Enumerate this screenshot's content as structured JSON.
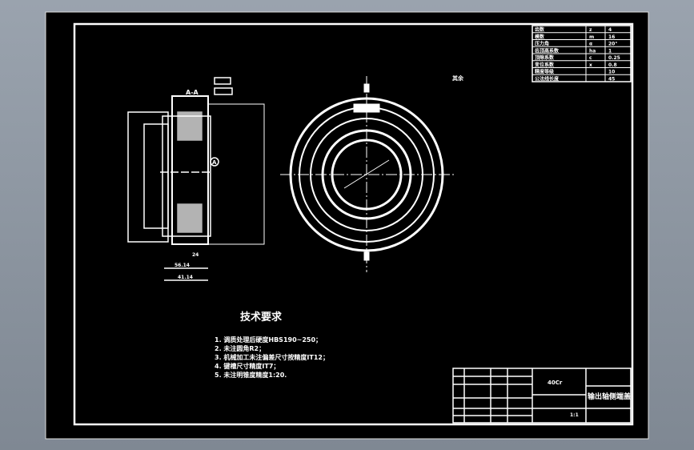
{
  "drawing": {
    "section_label": "A-A",
    "datum_label": "A",
    "roughness_note": "其余",
    "tech_title": "技术要求",
    "tech_notes": [
      "1. 调质处理后硬度HBS190~250；",
      "2. 未注圆角R2；",
      "3. 机械加工未注偏差尺寸按精度IT12；",
      "4. 键槽尺寸精度IT7；",
      "5. 未注明锥度精度1:20."
    ],
    "dims": [
      "41.14",
      "56.14",
      "24"
    ],
    "param_table": [
      [
        "齿数",
        "z",
        "4"
      ],
      [
        "模数",
        "m",
        "16"
      ],
      [
        "压力角",
        "α",
        "20°"
      ],
      [
        "齿顶高系数",
        "ha",
        "1"
      ],
      [
        "顶隙系数",
        "c",
        "0.25"
      ],
      [
        "变位系数",
        "x",
        "0.8"
      ],
      [
        "精度等级",
        "",
        "10"
      ],
      [
        "公法线长度",
        "",
        "45"
      ]
    ],
    "title_block": {
      "material": "40Cr",
      "part_name": "输出轴侧端盖",
      "scale": "1:1"
    }
  }
}
